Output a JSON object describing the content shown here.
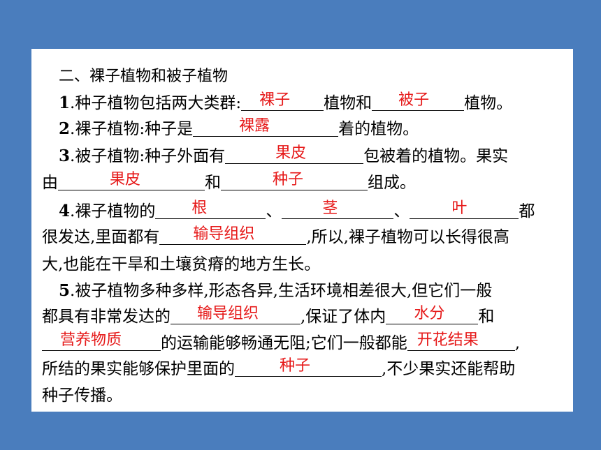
{
  "section_title": "二、裸子植物和被子植物",
  "q1": {
    "num": "1",
    "p1": ".种子植物包括两大类群:",
    "a1": "裸子",
    "p2": "植物和",
    "a2": "被子",
    "p3": "植物。"
  },
  "q2": {
    "num": "2",
    "p1": ".裸子植物:种子是",
    "a1": "裸露",
    "p2": "着的植物。"
  },
  "q3": {
    "num": "3",
    "p1": ".被子植物:种子外面有",
    "a1": "果皮",
    "p2": "包被着的植物。果实",
    "p3": "由",
    "a2": "果皮",
    "p4": "和",
    "a3": "种子",
    "p5": "组成。"
  },
  "q4": {
    "num": "4",
    "p1": ".裸子植物的",
    "a1": "根",
    "p2": "、",
    "a2": "茎",
    "p3": "、",
    "a3": "叶",
    "p4": "都",
    "p5": "很发达,里面都有",
    "a4": "输导组织",
    "p6": ",所以,裸子植物可以长得很高",
    "p7": "大,也能在干旱和土壤贫瘠的地方生长。"
  },
  "q5": {
    "num": "5",
    "p1": ".被子植物多种多样,形态各异,生活环境相差很大,但它们一般",
    "p2": "都具有非常发达的",
    "a1": "输导组织",
    "p3": ",保证了体内",
    "a2": "水分",
    "p4": "和",
    "a3": "营养物质",
    "p5": "的运输能够畅通无阻;它们一般都能",
    "a4": "开花结果",
    "p6": ",",
    "p7": "所结的果实能够保护里面的",
    "a5": "种子",
    "p8": ",不少果实还能帮助",
    "p9": "种子传播。"
  }
}
